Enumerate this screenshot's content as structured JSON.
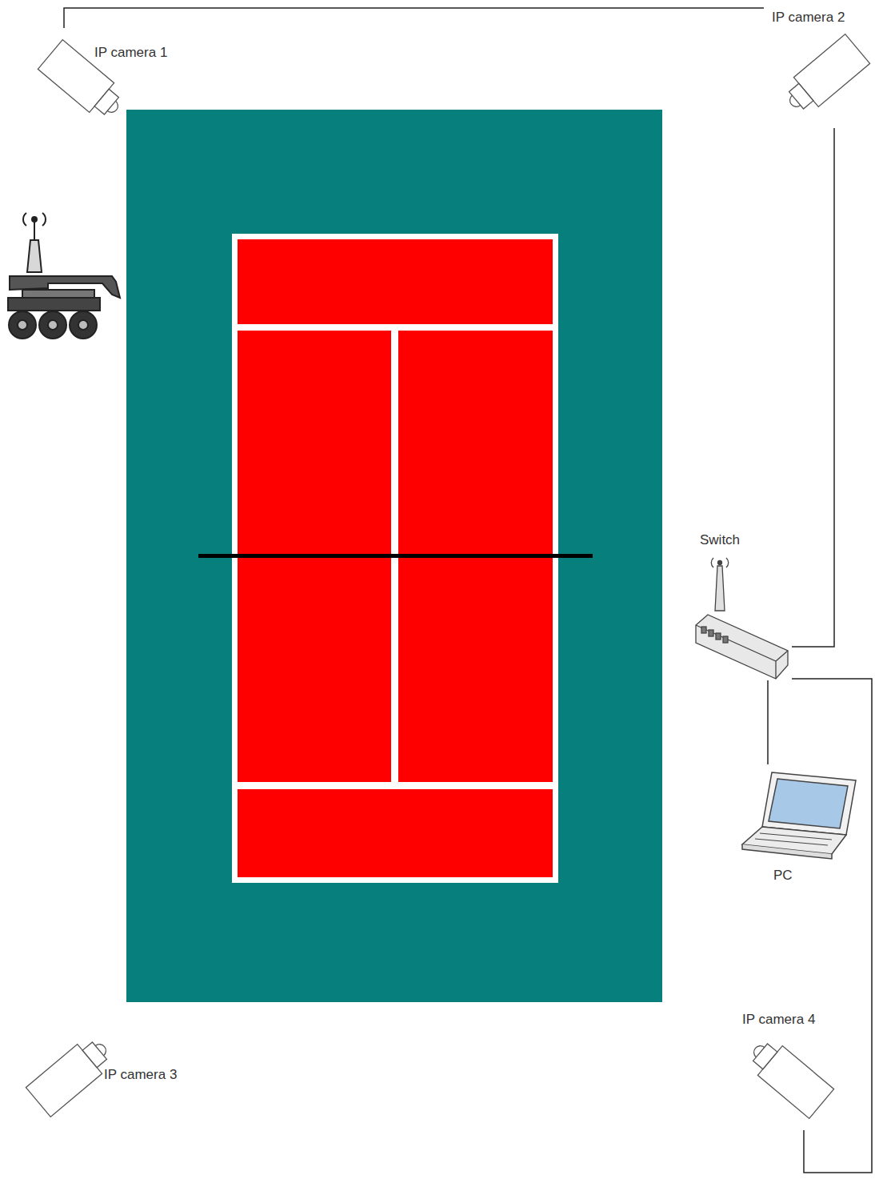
{
  "diagram": {
    "nodes": [
      {
        "text": [
          "IP camera 1"
        ]
      },
      {
        "text": [
          "IP camera 2"
        ]
      },
      {
        "text": [
          "IP camera 3"
        ]
      },
      {
        "text": [
          "IP camera 4"
        ]
      },
      {
        "text": [
          "Switch"
        ]
      },
      {
        "text": [
          "PC"
        ]
      }
    ],
    "edges": [
      {
        "from": 0,
        "to": 1,
        "arrow": "none"
      },
      {
        "from": 1,
        "to": 4,
        "arrow": "none"
      },
      {
        "from": 3,
        "to": 4,
        "arrow": "none"
      },
      {
        "from": 4,
        "to": 5,
        "arrow": "none"
      }
    ]
  }
}
